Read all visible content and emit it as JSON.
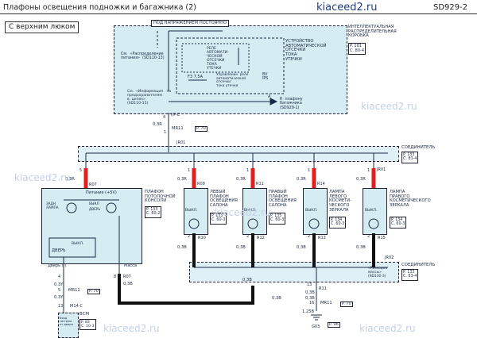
{
  "header": {
    "title": "Плафоны   освещения   подножки   и  багажника   (2)",
    "site": "kiaceed2.ru",
    "code": "SD929-2"
  },
  "variant_label": "С верхним   люком",
  "watermark": "kiaceed2.ru",
  "top_box": {
    "power_label": "ПОД НАПРЯЖЕНИЕМ  ПОСТОЯННО",
    "ref_power": "См.  «Распределение\nпитания»  (SD110-13)",
    "relay_label": "РЕЛЕ\nАВТОМАТИ-\nЧЕСКОЙ\nОТСЕЧКИ\nТОКА\nУТЕЧКИ",
    "device_label": "УСТРОЙСТВО\nАВТОМАТИЧЕСКОЙ\nОТСЕЧКИ\nТОКА\nУТЕЧКИ",
    "fuse_label": "F3  7,5A",
    "control_label": "Управление  реле\nавтоматической\nотсечки\nтока утечки",
    "ips_label": "BV\nIPS",
    "ref_info": "См.  «Информация   по\nпредохранителям\nв  цепях»\n(SD110-15)",
    "ref_trunk": "К  плафону\nбагажника\n(SD929-1)",
    "ijb_label": "ИНТЕЛЛЕКТУАЛЬНАЯ\nРАСПРЕДЕЛИТЕЛЬНАЯ\nКОРОБКА",
    "ijb_ref": "P. 101\nC. 80-4",
    "pin_a": "A",
    "conn_top": "I/P-E",
    "pin_top": "4"
  },
  "wire_mr11_top": {
    "gauge": "0,3R",
    "code": "MR11",
    "pin": "1",
    "ref": "P. 70"
  },
  "connector_top": {
    "label": "СОЕДИНИТЕЛЬ",
    "ref": "P. 133\nC. 83-4",
    "id": "JR01"
  },
  "components": [
    {
      "id": "console",
      "wire": "0,3R",
      "pin": "5",
      "conn": "R07",
      "power": "Питание (+5V)",
      "label": "ПЛАФОН\nПОТОЛОЧНОЙ\nКОНСОЛИ",
      "ref": "P. 133\nC. 60-2"
    },
    {
      "id": "left",
      "wire": "0,3R",
      "pin": "1",
      "conn": "R09",
      "label": "ЛЕВЫЙ\nПЛАФОН\nОСВЕЩЕНИЯ\nСАЛОНА",
      "ref": "P. 133\nC. 60-3",
      "pin_out": "2",
      "conn_out": "R10",
      "wire_out": "0,3B",
      "sw": "ВЫКЛ."
    },
    {
      "id": "right",
      "wire": "0,3R",
      "pin": "1",
      "conn": "R11",
      "label": "ПРАВЫЙ\nПЛАФОН\nОСВЕЩЕНИЯ\nСАЛОНА",
      "ref": "P. 135\nC. 60-3",
      "pin_out": "2",
      "conn_out": "R12",
      "wire_out": "0,3B",
      "sw": "ВЫКЛ."
    },
    {
      "id": "mirror_l",
      "wire": "0,3R",
      "pin": "1",
      "conn": "R14",
      "label": "ЛАМПА\nЛЕВОГО\nКОСМЕТИ-\nЧЕСКОГО\nЗЕРКАЛА",
      "ref": "P. 134\nC. 60-3",
      "pin_out": "2",
      "conn_out": "R13",
      "wire_out": "0,3B",
      "sw": "ВЫКЛ."
    },
    {
      "id": "mirror_r",
      "wire": "0,3R",
      "pin": "1",
      "conn": "JR01",
      "label": "ЛАМПА\nПРАВОГО\nКОСМЕТИЧЕСКОГО\nЗЕРКАЛА",
      "ref": "P. 134\nC. 60-3",
      "pin_out": "2",
      "conn_out": "R15",
      "wire_out": "0,3B",
      "sw": "ВЫКЛ."
    }
  ],
  "console_box": {
    "switch_label": "ДВЕРЬ",
    "switch_on": "ВЫКЛ.",
    "door_out": "Дверь (-)",
    "mass_out": "Масса",
    "pin_left": "4",
    "pin_right": "8",
    "conn_right": "R07",
    "wire_left": "0,3Y",
    "wire_right": "0,3B",
    "inner_labels": [
      "ЗАДН\nЛАМПА",
      "ВЫКЛ",
      "ДВЕРЬ"
    ]
  },
  "wire_mr11_bottom": {
    "gauge": "0,3Y",
    "code": "MR11",
    "pin": "5",
    "ref": "P. 70"
  },
  "bcm": {
    "label": "BCM",
    "ref": "P. 83\nC. 10-3",
    "conn": "M14-C",
    "pin": "13",
    "wire": "0,3Y",
    "inner": "Вход\nсигнала\nот двери"
  },
  "connector_bottom": {
    "label": "СОЕДИНИТЕЛЬ",
    "ref": "P. 133\nC. 83-4",
    "ref2": "«Разводка\nмассы»\n(SD130-3)",
    "id": "JR02"
  },
  "wire_bottom": [
    {
      "gauge": "0,3B",
      "pin": "13",
      "conn": "R11"
    },
    {
      "gauge": "0,3B"
    },
    {
      "gauge": "0,3B"
    }
  ],
  "wire_mr11_ground": {
    "gauge": "0,3B",
    "code": "MR11",
    "pin": "16",
    "ref": "P. 70"
  },
  "ground": {
    "gauge": "1,25B",
    "id": "G03",
    "ref": "P. 96"
  },
  "colors": {
    "wire_red": "#e0201c",
    "wire_black": "#111111",
    "fill_box": "#d6ecf3",
    "fill_conn": "#dff0f6",
    "ink": "#1a2a44"
  }
}
